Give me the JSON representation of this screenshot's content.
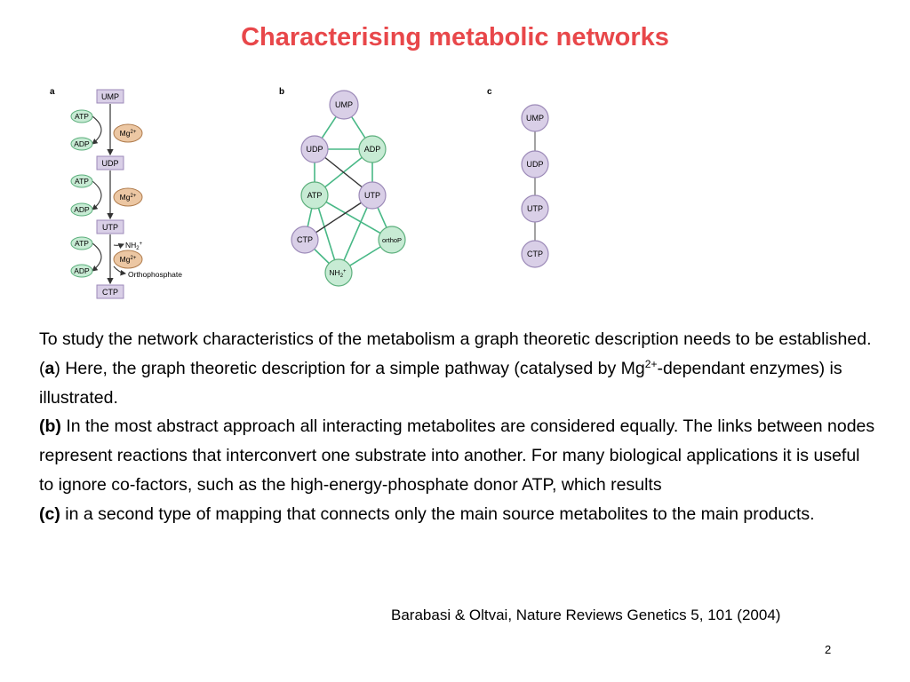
{
  "slide": {
    "title": "Characterising metabolic networks",
    "page_number": "2"
  },
  "figure": {
    "panel_labels": {
      "a": "a",
      "b": "b",
      "c": "c"
    },
    "panel_a": {
      "substrates": [
        "UMP",
        "UDP",
        "UTP",
        "CTP"
      ],
      "cofactor_left": [
        {
          "in": "ATP",
          "out": "ADP"
        },
        {
          "in": "ATP",
          "out": "ADP"
        },
        {
          "in": "ATP",
          "out": "ADP"
        }
      ],
      "mg_base": "Mg",
      "mg_sup": "2+",
      "nh2_base": "NH",
      "nh2_sub": "2",
      "nh2_sup": "+",
      "orthophosphate": "Orthophosphate"
    },
    "panel_b": {
      "nodes": [
        "UMP",
        "UDP",
        "ADP",
        "ATP",
        "UTP",
        "CTP",
        "orthoP"
      ],
      "nh2_base": "NH",
      "nh2_sub": "2",
      "nh2_sup": "+"
    },
    "panel_c": {
      "nodes": [
        "UMP",
        "UDP",
        "UTP",
        "CTP"
      ]
    },
    "colors": {
      "substrate_fill": "#d9cfe7",
      "substrate_stroke": "#9c8ab8",
      "cofactor_fill": "#c7ebd4",
      "cofactor_stroke": "#5caf7c",
      "mg_fill": "#ecc7a3",
      "mg_stroke": "#b07c4d",
      "edge_green": "#48b886",
      "edge_dark": "#333333",
      "title_red": "#e8474a"
    }
  },
  "body": {
    "p1": "To study the network characteristics of the metabolism a graph theoretic description needs to be established.",
    "p2": {
      "open_paren": "(",
      "label": "a",
      "text_before": ") Here, the graph theoretic description for a simple pathway (catalysed by Mg",
      "sup": "2+",
      "text_after": "-dependant enzymes) is illustrated."
    },
    "p3": {
      "label": "(b)",
      "text": " In the most abstract approach all interacting metabolites are considered equally. The links between nodes represent reactions that interconvert one substrate into another. For many biological applications it is useful to ignore co-factors, such as the high-energy-phosphate donor ATP, which results"
    },
    "p4": {
      "label": "(c)",
      "text": " in a second type of mapping that connects only the main source metabolites to the main products."
    }
  },
  "citation": "Barabasi & Oltvai, Nature Reviews Genetics 5, 101 (2004)"
}
